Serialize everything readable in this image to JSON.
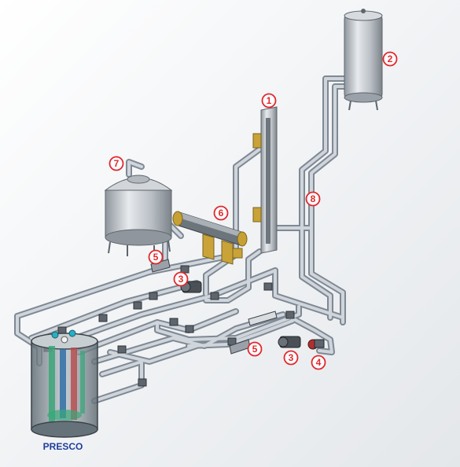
{
  "diagram": {
    "tank_label": "PRESCO",
    "callouts": [
      "1",
      "2",
      "3",
      "3",
      "4",
      "5",
      "5",
      "6",
      "7",
      "8"
    ]
  },
  "colors": {
    "callout": "#e0282d",
    "label": "#1f3d9c",
    "pipe": "#b9c2cc",
    "pipe_dark": "#7f8994",
    "vessel": "#c8cdd2",
    "background": "#ffffff"
  }
}
